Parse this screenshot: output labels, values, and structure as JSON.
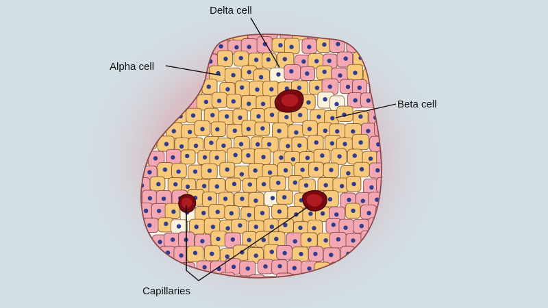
{
  "labels": {
    "delta": "Delta cell",
    "alpha": "Alpha cell",
    "beta": "Beta cell",
    "capillaries": "Capillaries"
  },
  "colors": {
    "background": "#d3dde4",
    "glow": "#d9a7ad",
    "alpha_cell": "#f2a7b3",
    "beta_cell": "#f6c97c",
    "delta_cell": "#fbf2dc",
    "nucleus": "#2f3d8f",
    "capillary": "#7a0a10",
    "islet_outline": "#8a4a4a"
  }
}
